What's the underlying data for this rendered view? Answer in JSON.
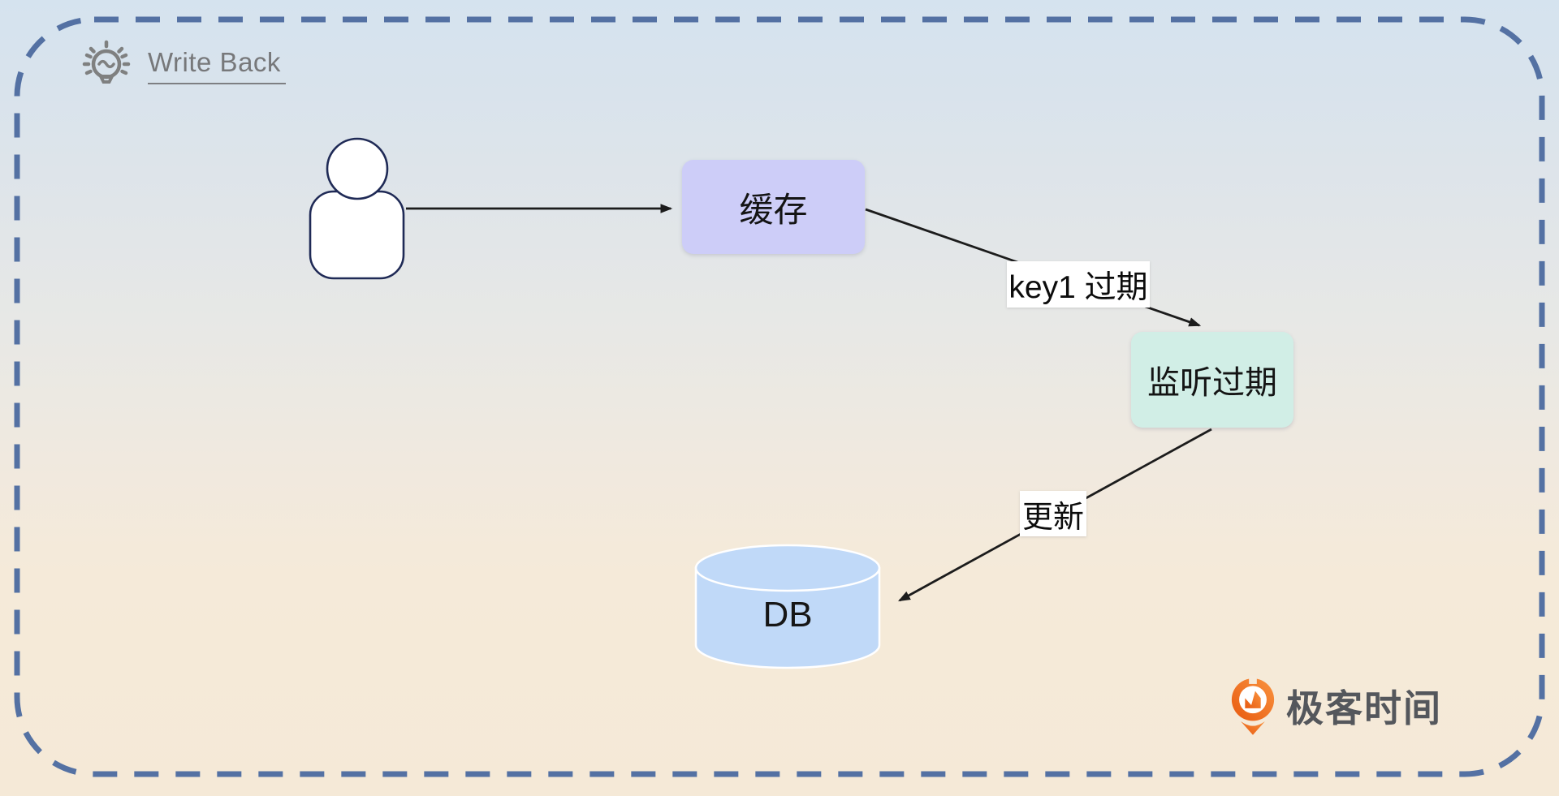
{
  "title": {
    "text": "Write Back"
  },
  "nodes": {
    "cache": {
      "label": "缓存"
    },
    "listener": {
      "label": "监听过期"
    },
    "db": {
      "label": "DB"
    }
  },
  "edge_labels": {
    "expire": "key1 过期",
    "update": "更新"
  },
  "branding": {
    "text": "极客时间"
  },
  "colors": {
    "border_dash": "#5471a3",
    "cache_fill": "#cdcdf8",
    "listener_fill": "#d1eee6",
    "db_fill": "#c0d9f8",
    "arrow": "#1c1c1c",
    "person_stroke": "#1f2a56",
    "title_gray": "#77787a",
    "logo_orange_dark": "#e85a10",
    "logo_orange_light": "#f9933f"
  }
}
